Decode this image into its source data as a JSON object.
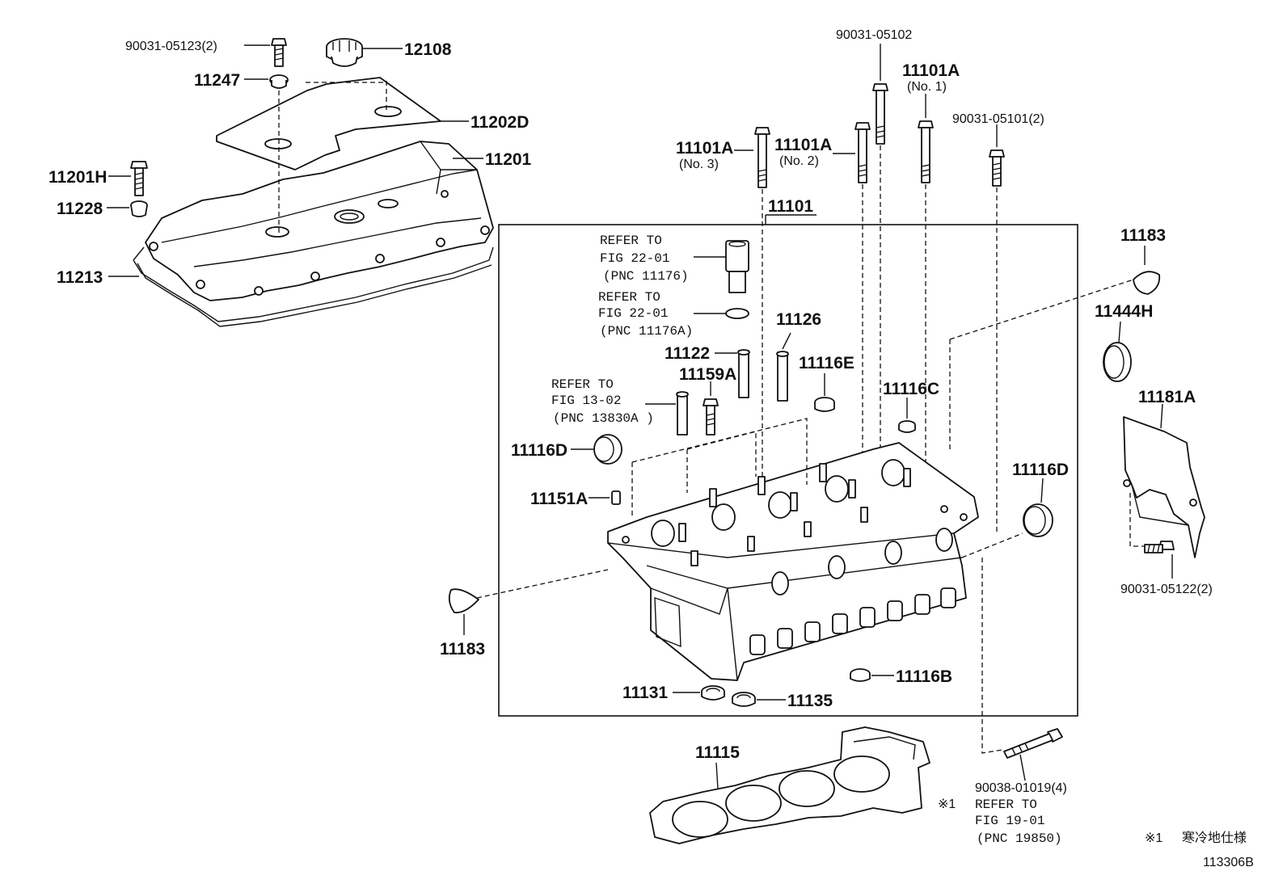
{
  "diagram_id": "113306B",
  "footnote": {
    "mark": "※1",
    "text": "寒冷地仕様"
  },
  "labels": {
    "p90031_05123": "90031-05123(2)",
    "p12108": "12108",
    "p11247": "11247",
    "p11202D": "11202D",
    "p11201": "11201",
    "p11201H": "11201H",
    "p11228": "11228",
    "p11213": "11213",
    "p90031_05102": "90031-05102",
    "p11101A_1": "11101A",
    "p11101A_1_sub": "(No. 1)",
    "p90031_05101": "90031-05101(2)",
    "p11101A_3": "11101A",
    "p11101A_3_sub": "(No. 3)",
    "p11101A_2": "11101A",
    "p11101A_2_sub": "(No. 2)",
    "p11101": "11101",
    "p11183_top": "11183",
    "p11444H": "11444H",
    "p11181A": "11181A",
    "p90031_05122": "90031-05122(2)",
    "p11126": "11126",
    "p11122": "11122",
    "p11116E": "11116E",
    "p11159A": "11159A",
    "p11116C": "11116C",
    "p11116D_left": "11116D",
    "p11116D_right": "11116D",
    "p11151A": "11151A",
    "p11183_bottom": "11183",
    "p11116B": "11116B",
    "p11131": "11131",
    "p11135": "11135",
    "p11115": "11115",
    "p90038_01019": "90038-01019(4)"
  },
  "refers": {
    "ref1": [
      "REFER TO",
      "FIG 22-01",
      "(PNC 11176)"
    ],
    "ref2": [
      "REFER TO",
      "FIG 22-01",
      "(PNC 11176A)"
    ],
    "ref3": [
      "REFER TO",
      "FIG 13-02",
      "(PNC 13830A )"
    ],
    "ref4": [
      "REFER TO",
      "FIG 19-01",
      "(PNC 19850)"
    ],
    "ref4_mark": "※1"
  }
}
